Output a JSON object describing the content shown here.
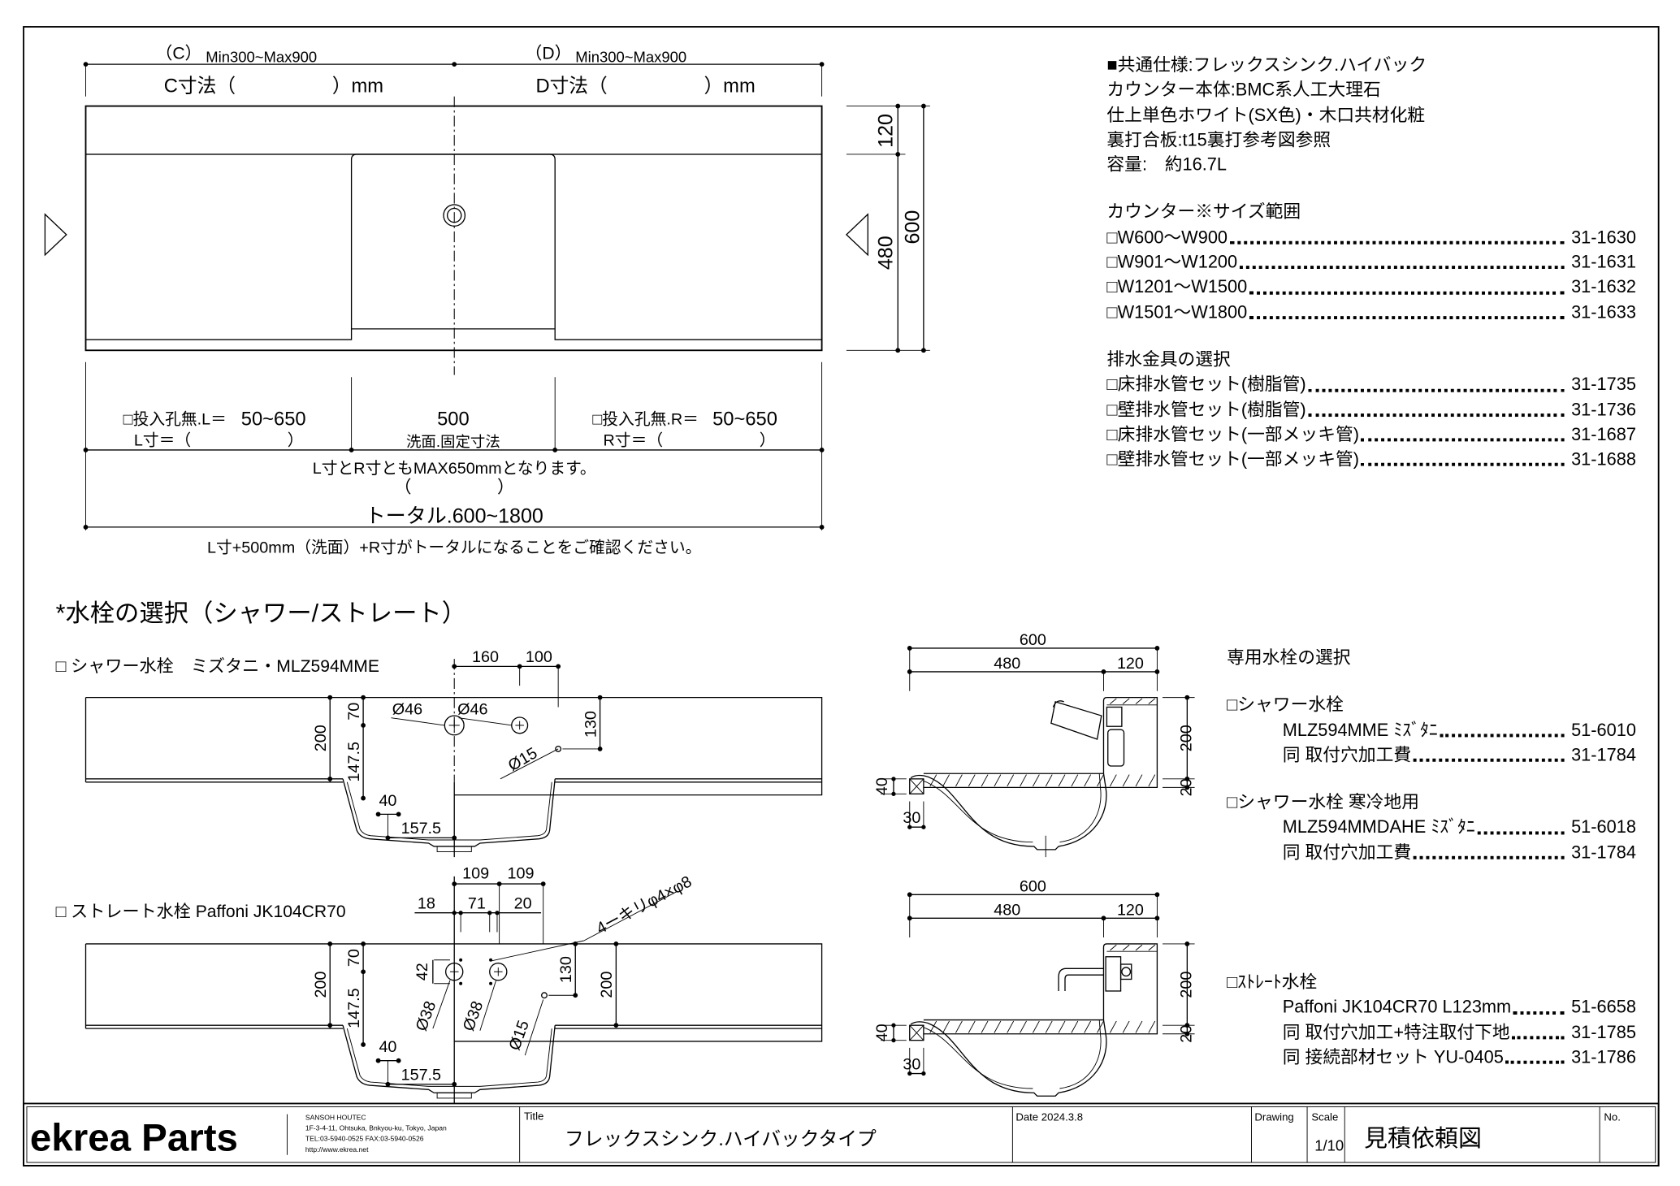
{
  "plan": {
    "c_label": "（C）",
    "c_range": "Min300~Max900",
    "d_label": "（D）",
    "d_range": "Min300~Max900",
    "c_dim": "C寸法（　　　　　）mm",
    "d_dim": "D寸法（　　　　　）mm",
    "dim_120": "120",
    "dim_480": "480",
    "dim_600": "600",
    "l_option": "□投入孔無.L＝",
    "l_range": "50~650",
    "l_value": "L寸＝（　　　　　　）",
    "center_width": "500",
    "center_note": "洗面.固定寸法",
    "r_option": "□投入孔無.R＝",
    "r_range": "50~650",
    "r_value": "R寸＝（　　　　　　）",
    "max_note": "L寸とR寸ともMAX650mmとなります。",
    "total_blank": "（　　　　　）",
    "total": "トータル.600~1800",
    "confirm_note": "L寸+500mm（洗面）+R寸がトータルになることをご確認ください。"
  },
  "faucet_section": {
    "heading": "*水栓の選択（シャワー/ストレート）",
    "shower": {
      "title": "□ シャワー水栓　ミズタニ・MLZ594MME",
      "d160": "160",
      "d100": "100",
      "hole1": "Ø46",
      "hole2": "Ø46",
      "hole3": "Ø15",
      "d200": "200",
      "d70": "70",
      "d147": "147.5",
      "d130": "130",
      "d40": "40",
      "d157": "157.5"
    },
    "straight": {
      "title": "□ ストレート水栓 Paffoni JK104CR70",
      "d109a": "109",
      "d109b": "109",
      "d18": "18",
      "d71": "71",
      "d20": "20",
      "drill": "4ーキリφ4×φ8",
      "d42": "42",
      "hole1": "Ø38",
      "hole2": "Ø38",
      "hole3": "Ø15",
      "d200": "200",
      "d70": "70",
      "d147": "147.5",
      "d130": "130",
      "d200r": "200",
      "d40": "40",
      "d157": "157.5"
    },
    "side_shower": {
      "d600": "600",
      "d480": "480",
      "d120": "120",
      "d200": "200",
      "d20": "20",
      "d40": "40",
      "d30": "30"
    },
    "side_straight": {
      "d600": "600",
      "d480": "480",
      "d120": "120",
      "d200": "200",
      "d20": "20",
      "d40": "40",
      "d30": "30"
    }
  },
  "spec": {
    "lines": [
      "■共通仕様:フレックスシンク.ハイバック",
      "カウンター本体:BMC系人工大理石",
      "仕上単色ホワイト(SX色)・木口共材化粧",
      "裏打合板:t15裏打参考図参照",
      "容量:　約16.7L"
    ],
    "size_header": "カウンター※サイズ範囲",
    "sizes": [
      {
        "label": "□W600～W900",
        "code": "31-1630"
      },
      {
        "label": "□W901～W1200",
        "code": "31-1631"
      },
      {
        "label": "□W1201～W1500",
        "code": "31-1632"
      },
      {
        "label": "□W1501～W1800",
        "code": "31-1633"
      }
    ],
    "drain_header": "排水金具の選択",
    "drains": [
      {
        "label": "□床排水管セット(樹脂管)",
        "code": "31-1735"
      },
      {
        "label": "□壁排水管セット(樹脂管)",
        "code": "31-1736"
      },
      {
        "label": "□床排水管セット(一部メッキ管)",
        "code": "31-1687"
      },
      {
        "label": "□壁排水管セット(一部メッキ管)",
        "code": "31-1688"
      }
    ]
  },
  "faucet_options": {
    "header": "専用水栓の選択",
    "groups": [
      {
        "title": "□シャワー水栓",
        "items": [
          {
            "label": "MLZ594MME ﾐｽﾞﾀﾆ",
            "code": "51-6010"
          },
          {
            "label": "同 取付穴加工費",
            "code": "31-1784"
          }
        ]
      },
      {
        "title": "□シャワー水栓 寒冷地用",
        "items": [
          {
            "label": "MLZ594MMDAHE ﾐｽﾞﾀﾆ",
            "code": "51-6018"
          },
          {
            "label": "同 取付穴加工費",
            "code": "31-1784"
          }
        ]
      },
      {
        "title": "□ｽﾄﾚｰﾄ水栓",
        "items": [
          {
            "label": "Paffoni JK104CR70 L123mm",
            "code": "51-6658"
          },
          {
            "label": "同 取付穴加工+特注取付下地",
            "code": "31-1785"
          },
          {
            "label": "同 接続部材セット YU-0405",
            "code": "31-1786"
          }
        ]
      }
    ]
  },
  "title_block": {
    "logo": "ekrea Parts",
    "company": [
      "SANSOH HOUTEC",
      "1F-3-4-11, Ohtsuka, Bnkyou-ku, Tokyo, Japan",
      "TEL:03-5940-0525  FAX:03-5940-0526",
      "http://www.ekrea.net"
    ],
    "title_label": "Title",
    "title": "フレックスシンク.ハイバックタイプ",
    "date": "Date 2024.3.8",
    "drawing_label": "Drawing",
    "scale_label": "Scale",
    "scale": "1/10",
    "drawing_type": "見積依頼図",
    "no_label": "No."
  }
}
